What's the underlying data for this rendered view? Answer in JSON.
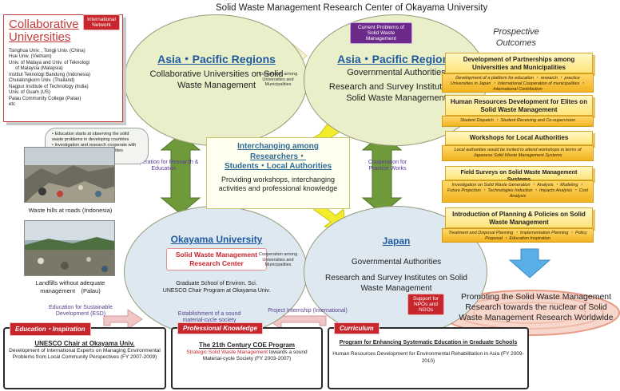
{
  "title": "Solid Waste Management Research Center of Okayama University",
  "collab": {
    "title_line1": "Collaborative",
    "title_line2": "Universities",
    "items": [
      "Tsinghua Univ. , Tongji Univ. (China)",
      "Hue Univ. (Vietnam)",
      "Univ. of Malaya and Univ. of Teknologi",
      "of Malaysia (Malaysia)",
      "Institut Teknologi Bandung (Indonesia)",
      "Chulalongkorn Univ. (Thailand)",
      "Nagpur Institute of Technology (India)",
      "Univ. of Guam (US)",
      "Palau Community College (Palau)",
      "etc"
    ]
  },
  "tags": {
    "international_network": "International Network",
    "current_problems": "Current Problems of Solid Waste Management",
    "support_npos": "Support for NPOs and NGOs"
  },
  "circles": {
    "top_left": {
      "region": "Asia・Pacific Regions",
      "text": "Collaborative Universities on Solid Waste Management"
    },
    "top_right": {
      "region": "Asia・Pacific Regions",
      "text1": "Governmental Authorities",
      "text2": "Research and Survey Institutes on Solid Waste Management"
    },
    "bottom_left": {
      "region": "Okayama University",
      "center_line1": "Solid Waste Management",
      "center_line2": "Research Center",
      "sub1": "Graduate School of Environ. Sci.",
      "sub2": "UNESCO Chair Program at Okayama Univ."
    },
    "bottom_right": {
      "region": "Japan",
      "text1": "Governmental Authorities",
      "text2": "Research and Survey Institutes on Solid Waste Management"
    }
  },
  "coop_top": "Cooperation among Universities and Municipalities",
  "coop_bottom": "Cooperation among Universities and Municipalities",
  "center": {
    "title1": "Interchanging among",
    "title2": "Researchers・",
    "title3": "Students・Local Authorities",
    "sub": "Providing workshops, interchanging activities and professional knowledge"
  },
  "vert_left": "Cooperation for Research & Education",
  "vert_right": "Cooperation for Practice Works",
  "bullets": [
    "Education starts at observing the solid waste problems in developing countries",
    "Investigation and research cooperate with students of co-laborative universities"
  ],
  "photos": {
    "cap1": "Waste hills at roads (Indonesia)",
    "cap2_line1": "Landfills without adequate",
    "cap2_line2": "management　(Palau)"
  },
  "outcomes": {
    "title_line1": "Prospective",
    "title_line2": "Outcomes",
    "items": [
      {
        "title": "Development of Partnerships among Universities and Municipalities",
        "detail": "Development of a platform for education ・ research ・ practice Universities in Japan ・ International Cooperation of municipalities ・ International Contribution"
      },
      {
        "title": "Human Resources Development for Elites on Solid Waste Management",
        "detail": "Student Dispatch ・ Student Receiving and Co-supervision"
      },
      {
        "title": "Workshops for Local Authorities",
        "detail": "Local authorities would be invited to attend workshops in terms of Japanese Solid Waste Management Systems"
      },
      {
        "title": "Field Surveys on Solid Waste Management Systems",
        "detail": "Investigation on Solid Waste Generation ・ Analysis ・ Modeling ・ Future Projection ・ Technologies Induction ・ Impacts Analysis ・ Cost Analysis"
      },
      {
        "title": "Introduction of Planning & Policies on Solid Waste Management",
        "detail": "Treatment and Disposal Planning ・ Implementation Planning ・ Policy Proposal ・ Education Inspiration"
      }
    ]
  },
  "promote": "Promoting the Solid Waste Management Research towards the nuclear of Solid Waste Management Research Worldwide",
  "arrows": {
    "esd": "Education for Sustainable Development (ESD)",
    "material_cycle": "Establishment of a sound material-cycle society",
    "internship": "Project Internship (International)"
  },
  "bottom": {
    "tag1": "Education・Inspiration",
    "tag2": "Professional Knowledge",
    "tag3": "Curriculum",
    "box1_title": "UNESCO Chair at Okayama Univ.",
    "box1_text": "Development of International Experts on Managing Environmental Problems from Local Community Perspectives (FY 2007-2009)",
    "box2_title": "The 21th Century COE Program",
    "box2_red": "Strategic Solid Waste Management",
    "box2_text": "towards a sound Material-cycle Society (FY 2003-2007)",
    "box3_title": "Program for Enhancing Systematic Education in Graduate Schools",
    "box3_text": "Human Resources Development for Environmental Rehabilitation in Asia (FY 2009-2010)"
  }
}
